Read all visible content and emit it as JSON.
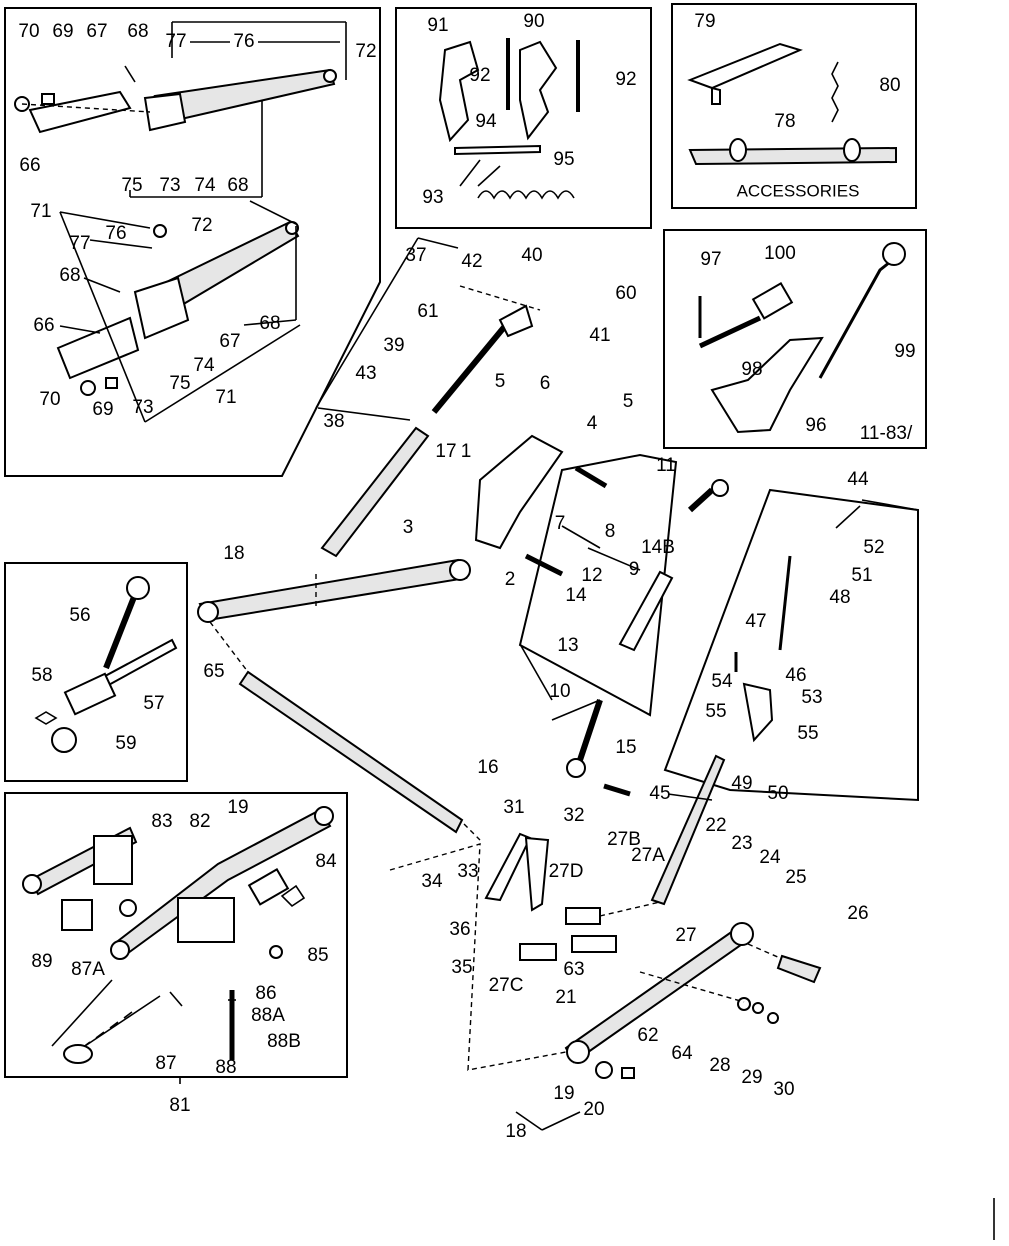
{
  "labels": {
    "p1": "1",
    "p2": "2",
    "p3": "3",
    "p4": "4",
    "p5a": "5",
    "p5b": "5",
    "p6": "6",
    "p7": "7",
    "p8": "8",
    "p9": "9",
    "p10": "10",
    "p11": "11",
    "p12": "12",
    "p13": "13",
    "p14": "14",
    "p14b": "14B",
    "p15": "15",
    "p16": "16",
    "p17": "17",
    "p18a": "18",
    "p18b": "18",
    "p19a": "19",
    "p19b": "19",
    "p20": "20",
    "p21": "21",
    "p22": "22",
    "p23": "23",
    "p24": "24",
    "p25": "25",
    "p26": "26",
    "p27": "27",
    "p27a": "27A",
    "p27b": "27B",
    "p27c": "27C",
    "p27d": "27D",
    "p28": "28",
    "p29": "29",
    "p30": "30",
    "p31": "31",
    "p32": "32",
    "p33": "33",
    "p34": "34",
    "p35": "35",
    "p36": "36",
    "p37": "37",
    "p38": "38",
    "p39": "39",
    "p40": "40",
    "p41": "41",
    "p42": "42",
    "p43": "43",
    "p44": "44",
    "p45": "45",
    "p46": "46",
    "p47": "47",
    "p48": "48",
    "p49": "49",
    "p50": "50",
    "p51": "51",
    "p52": "52",
    "p53": "53",
    "p54": "54",
    "p55a": "55",
    "p55b": "55",
    "p56": "56",
    "p57": "57",
    "p58": "58",
    "p59": "59",
    "p60": "60",
    "p61": "61",
    "p62": "62",
    "p63": "63",
    "p64": "64",
    "p65": "65",
    "p66a": "66",
    "p66b": "66",
    "p67a": "67",
    "p67b": "67",
    "p68a": "68",
    "p68b": "68",
    "p68c": "68",
    "p68d": "68",
    "p69a": "69",
    "p69b": "69",
    "p70a": "70",
    "p70b": "70",
    "p71a": "71",
    "p71b": "71",
    "p72a": "72",
    "p72b": "72",
    "p73a": "73",
    "p73b": "73",
    "p74a": "74",
    "p74b": "74",
    "p75a": "75",
    "p75b": "75",
    "p76a": "76",
    "p76b": "76",
    "p77a": "77",
    "p77b": "77",
    "p78": "78",
    "p79": "79",
    "p80": "80",
    "p81": "81",
    "p82": "82",
    "p83": "83",
    "p84": "84",
    "p85": "85",
    "p86": "86",
    "p87": "87",
    "p87a": "87A",
    "p88": "88",
    "p88a": "88A",
    "p88b": "88B",
    "p89": "89",
    "p90": "90",
    "p91": "91",
    "p92a": "92",
    "p92b": "92",
    "p93": "93",
    "p94": "94",
    "p95": "95",
    "p96": "96",
    "p97": "97",
    "p98": "98",
    "p99": "99",
    "p100": "100"
  },
  "accessories_title": "ACCESSORIES",
  "figure_ref": "11-83/"
}
